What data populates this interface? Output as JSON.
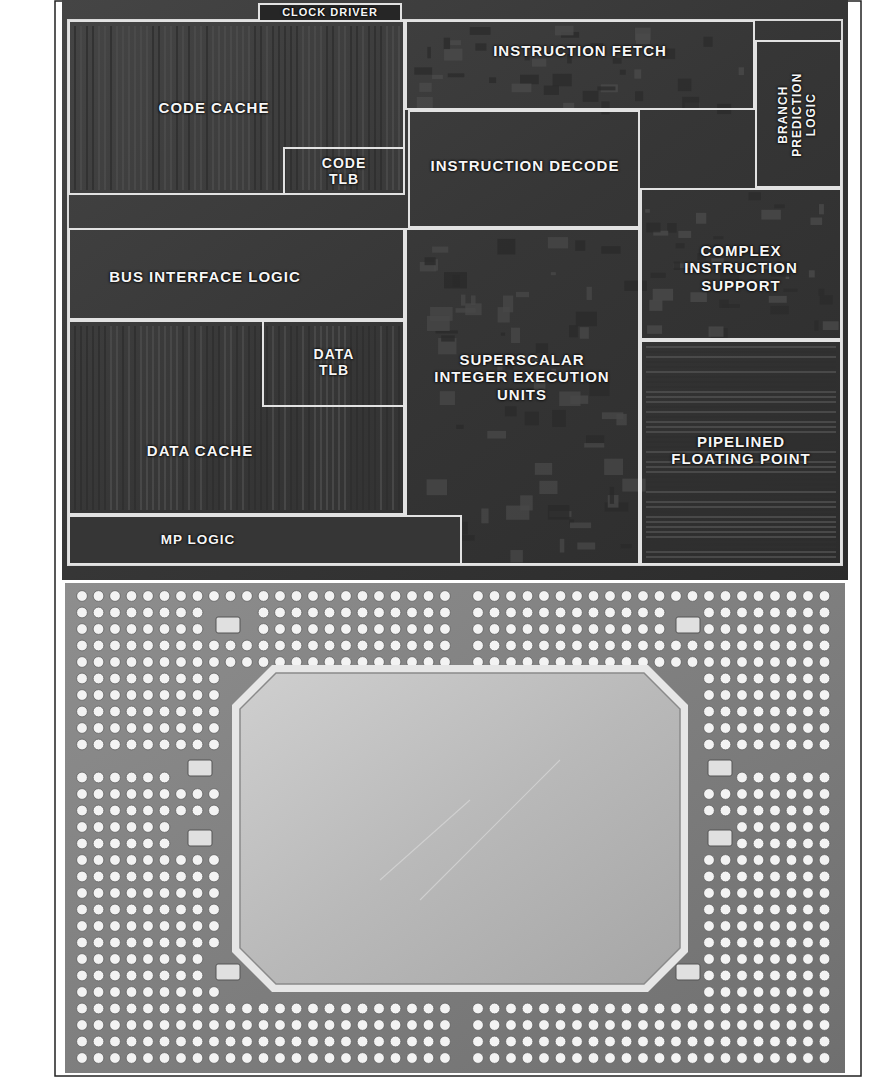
{
  "diagram": {
    "nodes": [
      {
        "text": [
          "CLOCK DRIVER"
        ]
      },
      {
        "text": [
          "CODE CACHE"
        ]
      },
      {
        "text": [
          "CODE TLB"
        ],
        "in": 1
      },
      {
        "text": [
          "INSTRUCTION FETCH"
        ]
      },
      {
        "text": [
          "BRANCH PREDICTION LOGIC"
        ]
      },
      {
        "text": [
          "INSTRUCTION DECODE"
        ]
      },
      {
        "text": [
          "BUS INTERFACE LOGIC"
        ]
      },
      {
        "text": [
          "COMPLEX INSTRUCTION SUPPORT"
        ]
      },
      {
        "text": [
          "SUPERSCALAR INTEGER EXECUTION UNITS"
        ]
      },
      {
        "text": [
          "DATA CACHE"
        ]
      },
      {
        "text": [
          "DATA TLB"
        ],
        "in": 9
      },
      {
        "text": [
          "PIPELINED FLOATING POINT"
        ]
      },
      {
        "text": [
          "MP LOGIC"
        ]
      }
    ]
  }
}
